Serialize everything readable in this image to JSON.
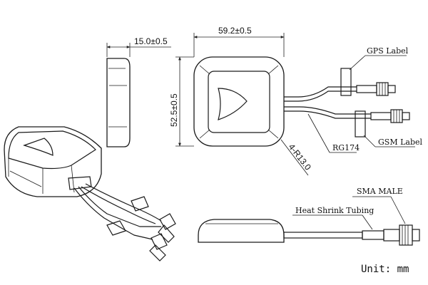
{
  "dimensions": {
    "thickness": "15.0±0.5",
    "width": "59.2±0.5",
    "height": "52.5±0.5",
    "radius": "4-R13.0"
  },
  "labels": {
    "gps_label": "GPS Label",
    "gsm_label": "GSM Label",
    "cable": "RG174",
    "connector": "SMA MALE",
    "tubing": "Heat Shrink Tubing"
  },
  "footer": {
    "units": "Unit: mm"
  }
}
